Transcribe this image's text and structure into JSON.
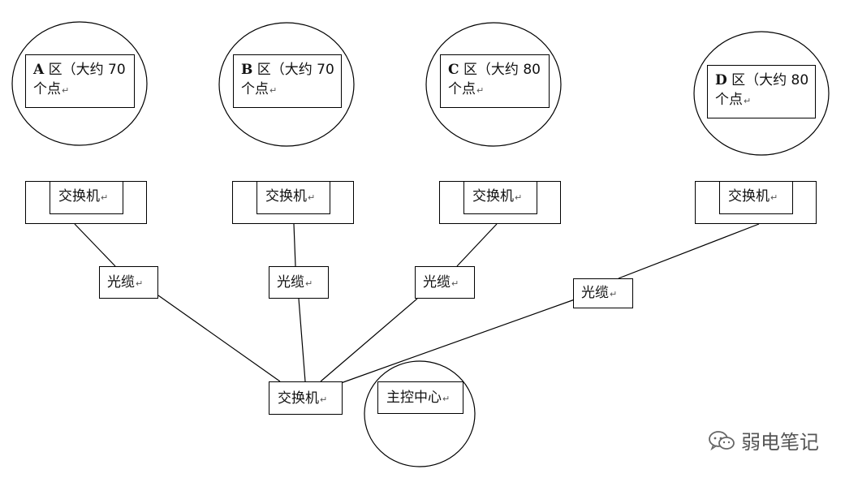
{
  "zones": [
    {
      "letter": "A",
      "line1": "区（大约 70",
      "line2": "个点"
    },
    {
      "letter": "B",
      "line1": "区（大约 70",
      "line2": "个点"
    },
    {
      "letter": "C",
      "line1": "区（大约 80",
      "line2": "个点"
    },
    {
      "letter": "D",
      "line1": "区（大约 80",
      "line2": "个点"
    }
  ],
  "switch_label": "交换机",
  "cable_label": "光缆",
  "core_switch_label": "交换机",
  "control_center_label": "主控中心",
  "return_mark": "↵",
  "watermark_text": "弱电笔记"
}
